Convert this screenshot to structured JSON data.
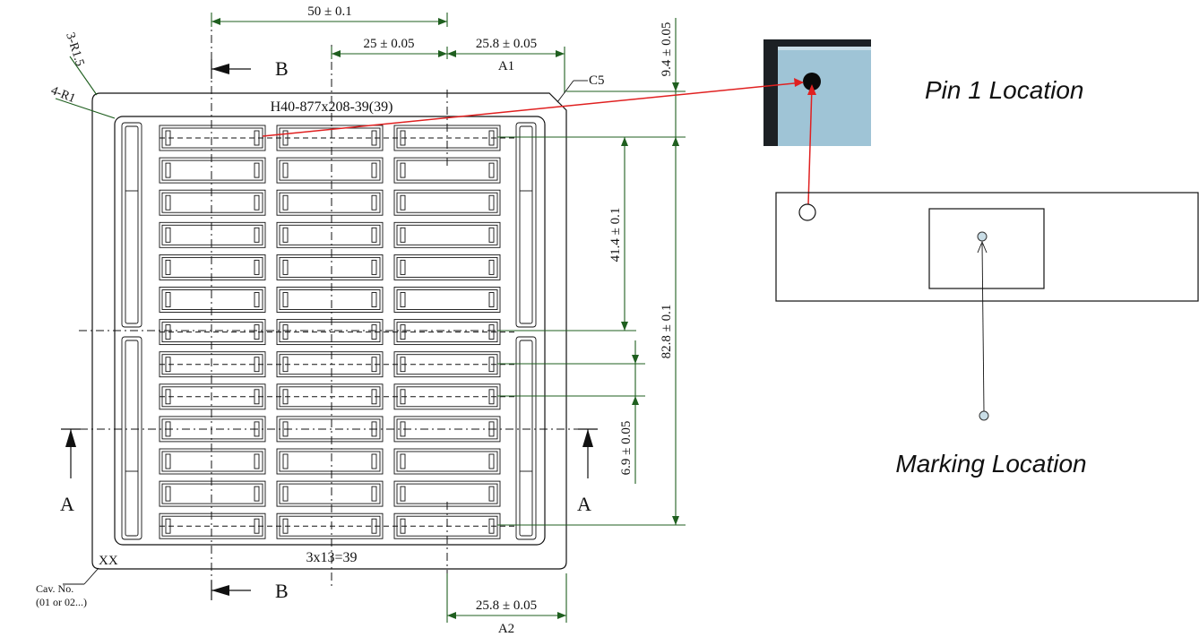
{
  "drawing": {
    "part_code": "H40-877x208-39(39)",
    "cavity_count": "3x13=39",
    "cavity_mark": "XX",
    "cav_note_line1": "Cav. No.",
    "cav_note_line2": "(01 or 02...)",
    "radius_outer": "3-R1.5",
    "radius_inner": "4-R1",
    "chamfer": "C5",
    "section_b": "B",
    "section_a": "A",
    "dims": {
      "width_50": "50 ± 0.1",
      "pitch_25": "25 ± 0.05",
      "offset_a1": "25.8 ± 0.05",
      "label_a1": "A1",
      "offset_a2": "25.8 ± 0.05",
      "label_a2": "A2",
      "top_9_4": "9.4 ± 0.05",
      "height_41_4": "41.4 ± 0.1",
      "height_82_8": "82.8 ± 0.1",
      "pitch_6_9": "6.9 ± 0.05"
    },
    "grid": {
      "columns": 3,
      "rows": 13
    }
  },
  "callouts": {
    "pin1": "Pin 1 Location",
    "marking": "Marking Location"
  }
}
